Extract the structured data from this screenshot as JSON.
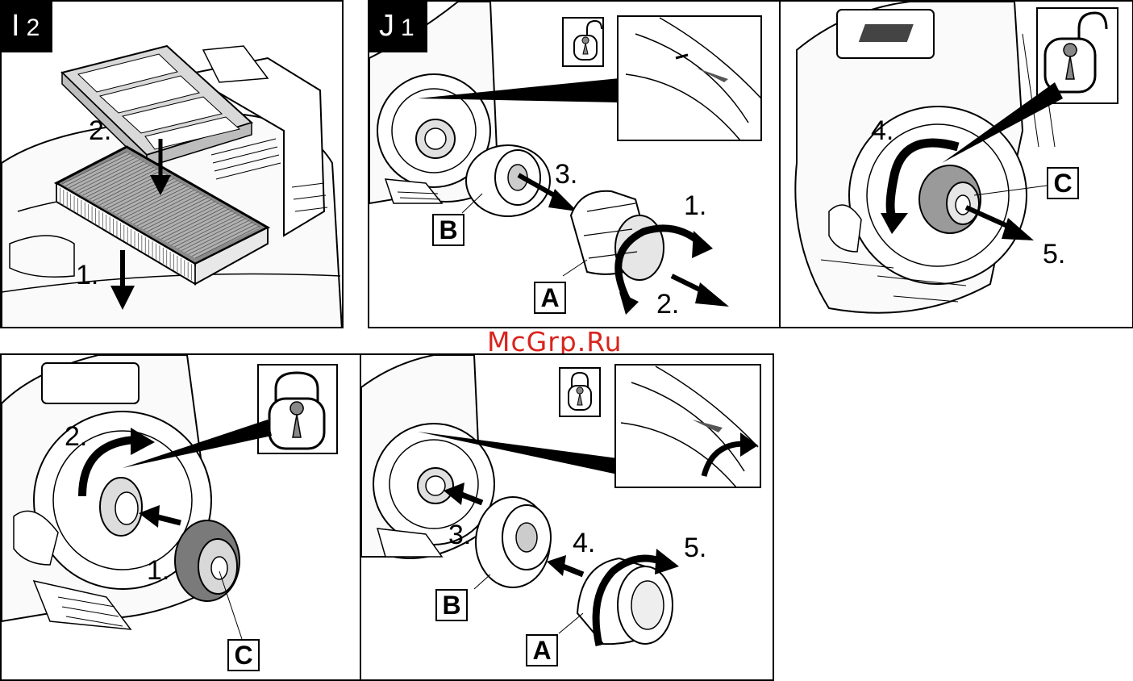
{
  "watermark": "McGrp.Ru",
  "panel_i2": {
    "badge_letter": "I",
    "badge_number": "2",
    "steps": [
      "2.",
      "1."
    ]
  },
  "panel_j1": {
    "badge_letter": "J",
    "badge_number": "1",
    "steps": [
      "3.",
      "1.",
      "2."
    ],
    "labels": [
      "B",
      "A"
    ],
    "lock_state": "unlocked",
    "icon": "padlock-open-icon"
  },
  "panel_j1_right": {
    "steps": [
      "4.",
      "5."
    ],
    "labels": [
      "C"
    ],
    "lock_state": "unlocked",
    "icon": "padlock-open-icon"
  },
  "panel_bottom_left": {
    "steps": [
      "2.",
      "1."
    ],
    "labels": [
      "C"
    ],
    "lock_state": "locked",
    "icon": "padlock-closed-icon"
  },
  "panel_bottom_mid": {
    "steps": [
      "3.",
      "4.",
      "5."
    ],
    "labels": [
      "B",
      "A"
    ],
    "lock_state": "locked",
    "icon": "padlock-closed-icon"
  }
}
